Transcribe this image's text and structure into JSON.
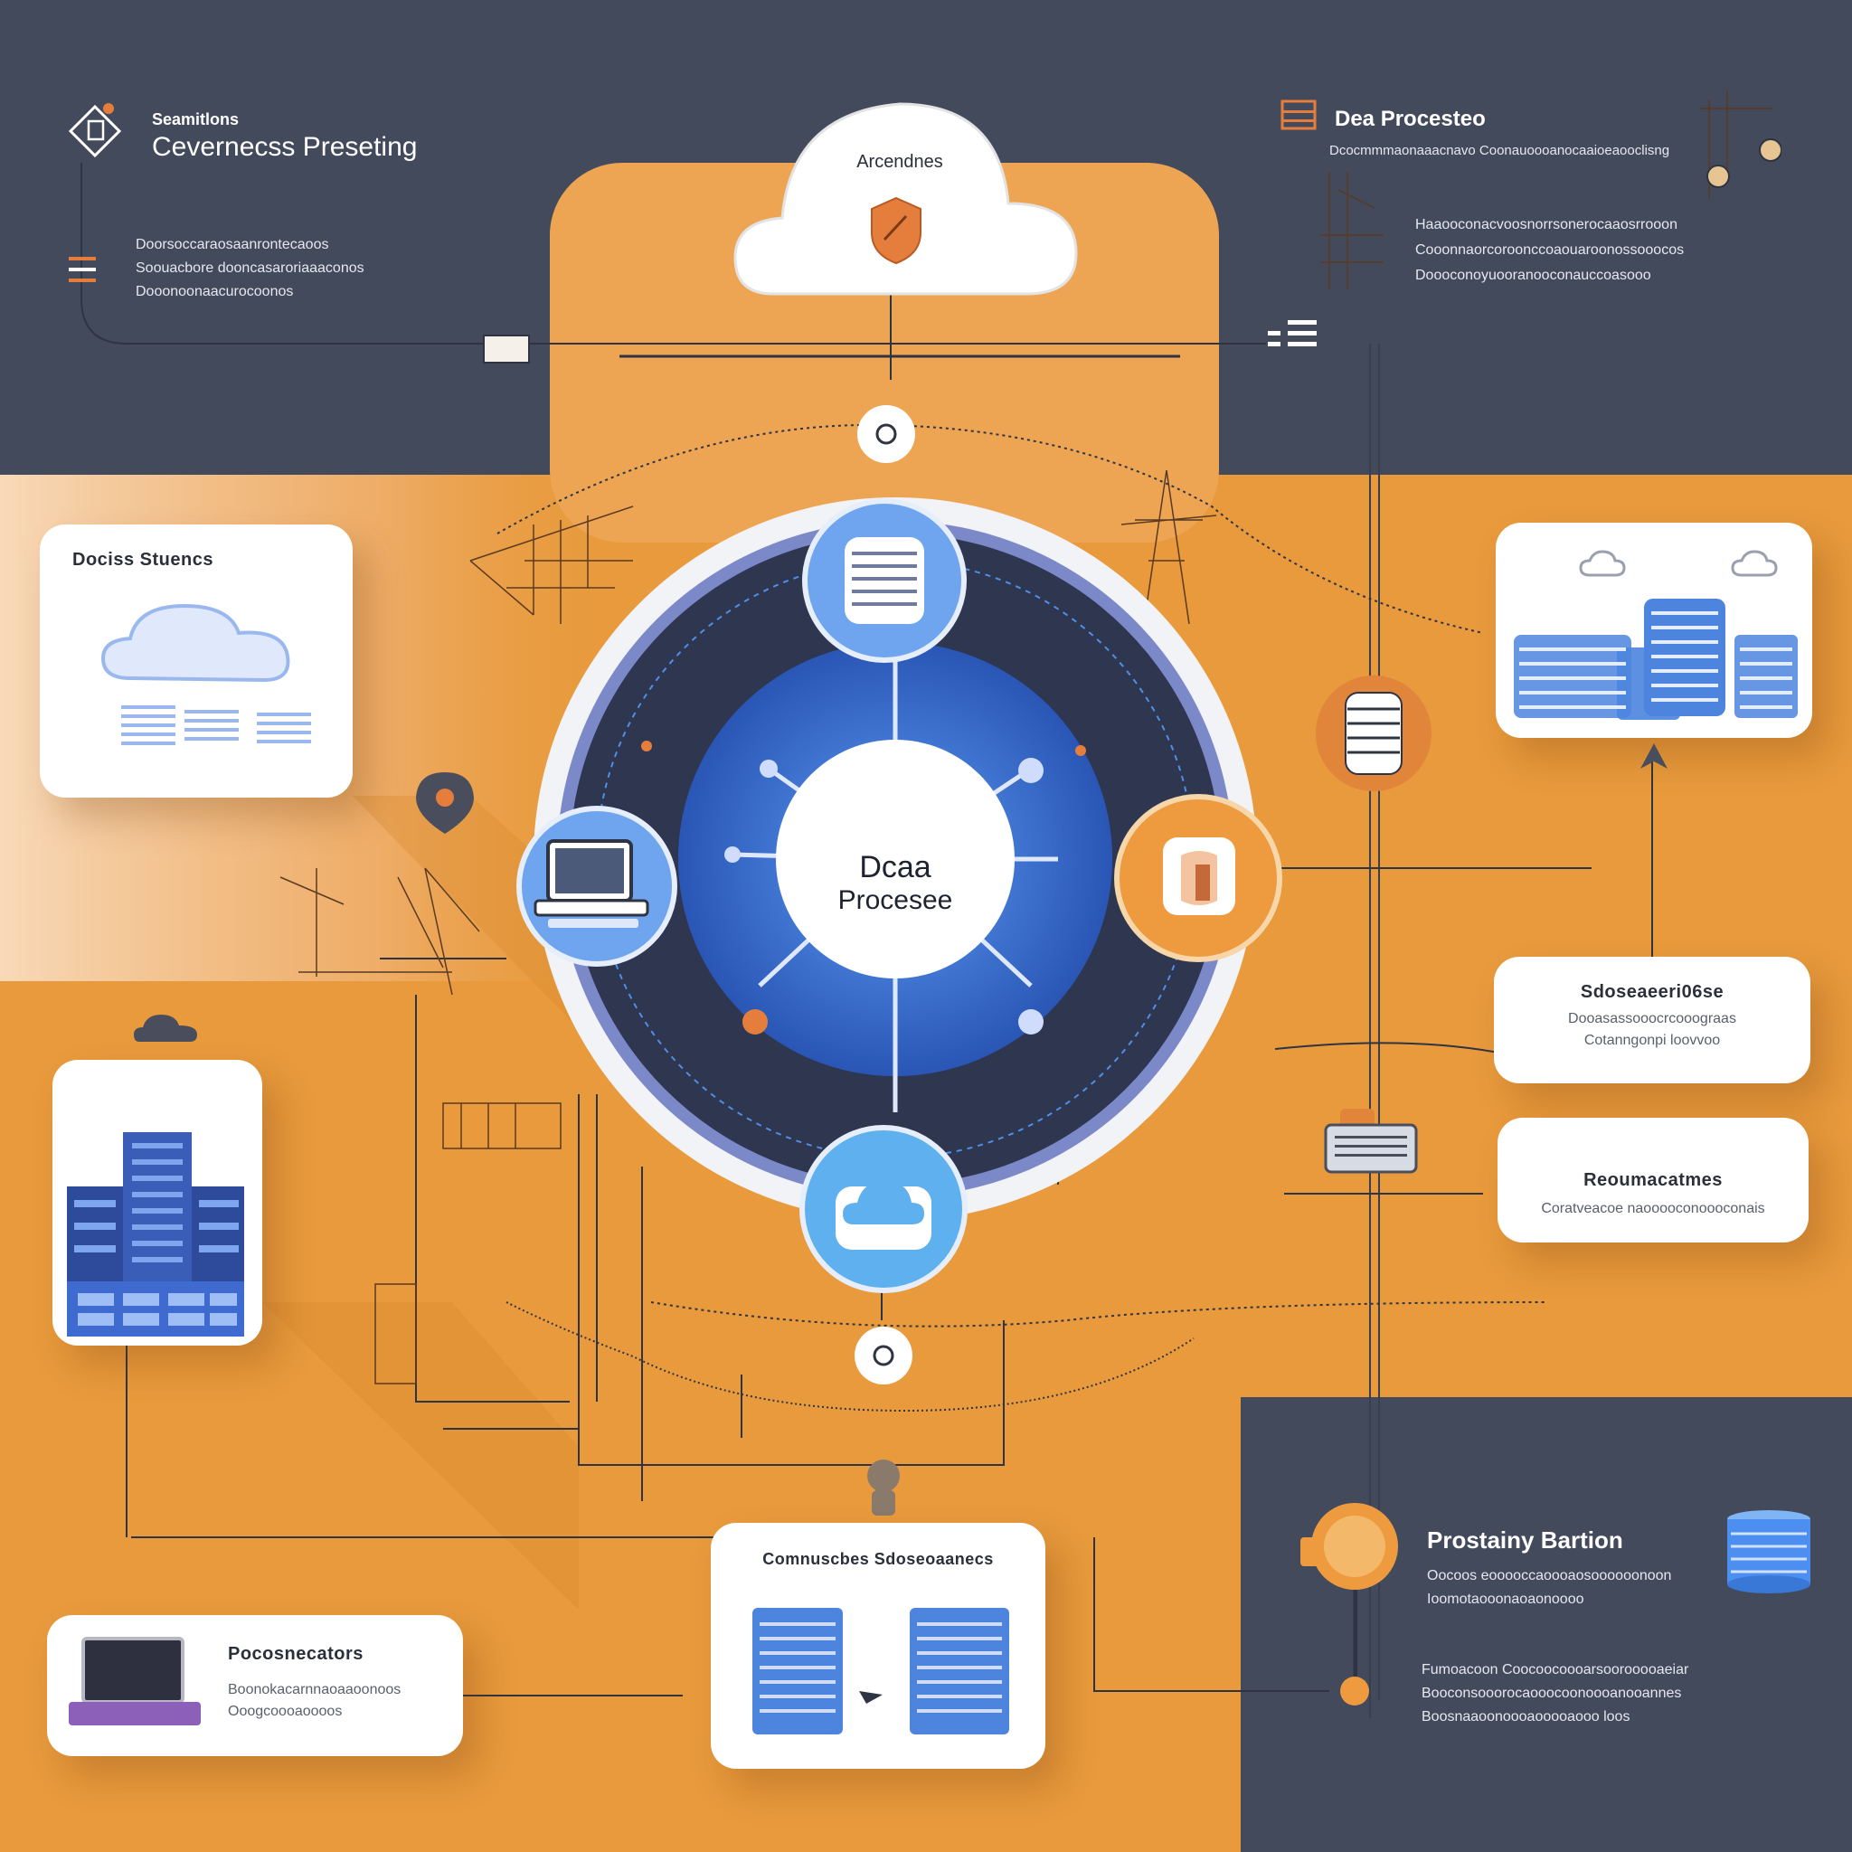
{
  "top_left": {
    "kicker": "Seamitlons",
    "title": "Cevernecss Preseting",
    "lines": [
      "Doorsoccaraosaanrontecaoos",
      "Soouacbore dooncasaroriaaaconos",
      "Dooonoonaacurocoonos"
    ]
  },
  "cloud": {
    "label": "Arcendnes"
  },
  "top_right": {
    "title": "Dea Procesteo",
    "subtitle": "Dcocmmmaonaaacnavo Coonauoooanocaaioeaooclisng",
    "bullets": [
      "Haaooconacvoosnorrsonerocaaosrrooon",
      "Cooonnaorcoroonccoaouaroonossooocos",
      "Doooconoyuooranooconauccoasooo"
    ]
  },
  "left_card_1": {
    "title": "Dociss Stuencs"
  },
  "right_card_1": {
    "title": "Sdoseaeeri06se",
    "lines": [
      "Dooasassooocrcooograas",
      "Cotanngonpi loovvoo"
    ]
  },
  "right_card_2": {
    "title": "Reoumacatmes",
    "lines": [
      "Coratveacoe naooooconoooconais"
    ]
  },
  "bottom_left": {
    "title": "Pocosnecators",
    "lines": [
      "Boonokacarnnaoaaoonoos",
      "Ooogcoooaoooos"
    ]
  },
  "bottom_center": {
    "title": "Comnuscbes Sdoseoaanecs"
  },
  "bottom_right": {
    "title": "Prostainy Bartion",
    "lines": [
      "Oocoos eooooccaoooaosoooooonoon",
      "Ioomotaooonaoaonoooo"
    ],
    "lines2": [
      "Fumoacoon Coocoocoooarsoorooooaeiar",
      "Booconsooorocaooocoonoooanooannes",
      "Boosnaaoonoooaooooaooo loos"
    ]
  },
  "hub": {
    "line1": "Dcaa",
    "line2": "Procesee"
  },
  "colors": {
    "navy": "#434a5c",
    "orange": "#e89a3c",
    "blue": "#3f76d8",
    "white": "#ffffff"
  },
  "icons": [
    "document-icon",
    "database-icon",
    "cloud-icon",
    "laptop-icon",
    "server-icon",
    "building-icon",
    "network-icon"
  ]
}
